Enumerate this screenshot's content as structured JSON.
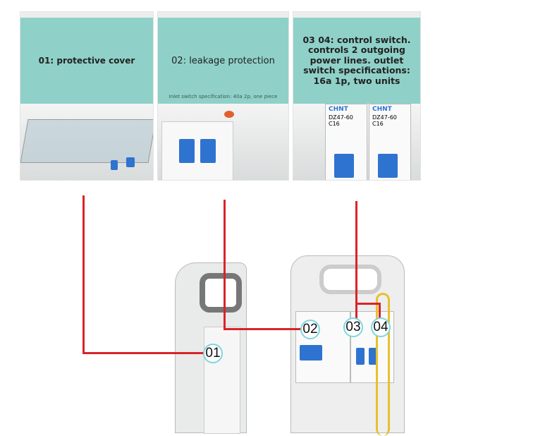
{
  "panels": [
    {
      "title": "01: protective cover"
    },
    {
      "title": "02: leakage protection",
      "subtitle": "Inlet switch specification: 40a 2p, one piece"
    },
    {
      "title": "03 04: control switch. controls 2 outgoing power lines. outlet switch specifications: 16a 1p, two units",
      "brand": "CHNT",
      "model": "DZ47-60",
      "rating": "C16"
    }
  ],
  "callouts": [
    "01",
    "02",
    "03",
    "04"
  ],
  "colors": {
    "teal": "#8fd1c8",
    "red": "#d8242a",
    "blue": "#2f73d0"
  }
}
